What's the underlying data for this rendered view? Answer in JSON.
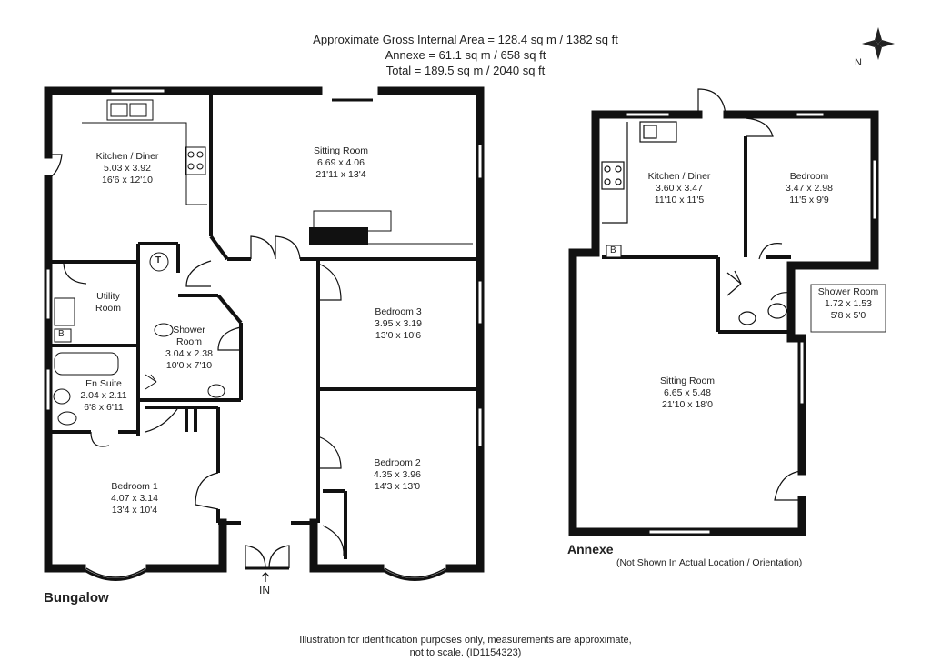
{
  "header": {
    "line1": "Approximate Gross Internal Area = 128.4 sq m / 1382 sq ft",
    "line2": "Annexe = 61.1 sq m / 658 sq ft",
    "line3": "Total = 189.5 sq m / 2040 sq ft"
  },
  "compass": {
    "north": "N"
  },
  "bungalow": {
    "label": "Bungalow",
    "entrance": "IN",
    "rooms": {
      "kitchen": {
        "name": "Kitchen / Diner",
        "metric": "5.03 x 3.92",
        "imperial": "16'6 x 12'10"
      },
      "sitting": {
        "name": "Sitting Room",
        "metric": "6.69 x 4.06",
        "imperial": "21'11 x 13'4"
      },
      "utility": {
        "name": "Utility",
        "name2": "Room"
      },
      "shower": {
        "name": "Shower",
        "name2": "Room",
        "metric": "3.04 x 2.38",
        "imperial": "10'0 x 7'10"
      },
      "ensuite": {
        "name": "En Suite",
        "metric": "2.04 x 2.11",
        "imperial": "6'8 x 6'11"
      },
      "bedroom3": {
        "name": "Bedroom 3",
        "metric": "3.95 x 3.19",
        "imperial": "13'0 x 10'6"
      },
      "bedroom2": {
        "name": "Bedroom 2",
        "metric": "4.35 x 3.96",
        "imperial": "14'3 x 13'0"
      },
      "bedroom1": {
        "name": "Bedroom 1",
        "metric": "4.07 x 3.14",
        "imperial": "13'4 x 10'4"
      }
    },
    "markers": {
      "boiler": "B",
      "tank": "T"
    }
  },
  "annexe": {
    "label": "Annexe",
    "note": "(Not Shown In Actual Location / Orientation)",
    "rooms": {
      "kitchen": {
        "name": "Kitchen / Diner",
        "metric": "3.60 x 3.47",
        "imperial": "11'10 x 11'5"
      },
      "bedroom": {
        "name": "Bedroom",
        "metric": "3.47 x 2.98",
        "imperial": "11'5 x 9'9"
      },
      "shower": {
        "name": "Shower Room",
        "metric": "1.72 x 1.53",
        "imperial": "5'8 x 5'0"
      },
      "sitting": {
        "name": "Sitting Room",
        "metric": "6.65 x 5.48",
        "imperial": "21'10 x 18'0"
      }
    },
    "markers": {
      "boiler": "B"
    }
  },
  "footer": {
    "line1": "Illustration for identification purposes only, measurements are approximate,",
    "line2": "not to scale. (ID1154323)"
  }
}
